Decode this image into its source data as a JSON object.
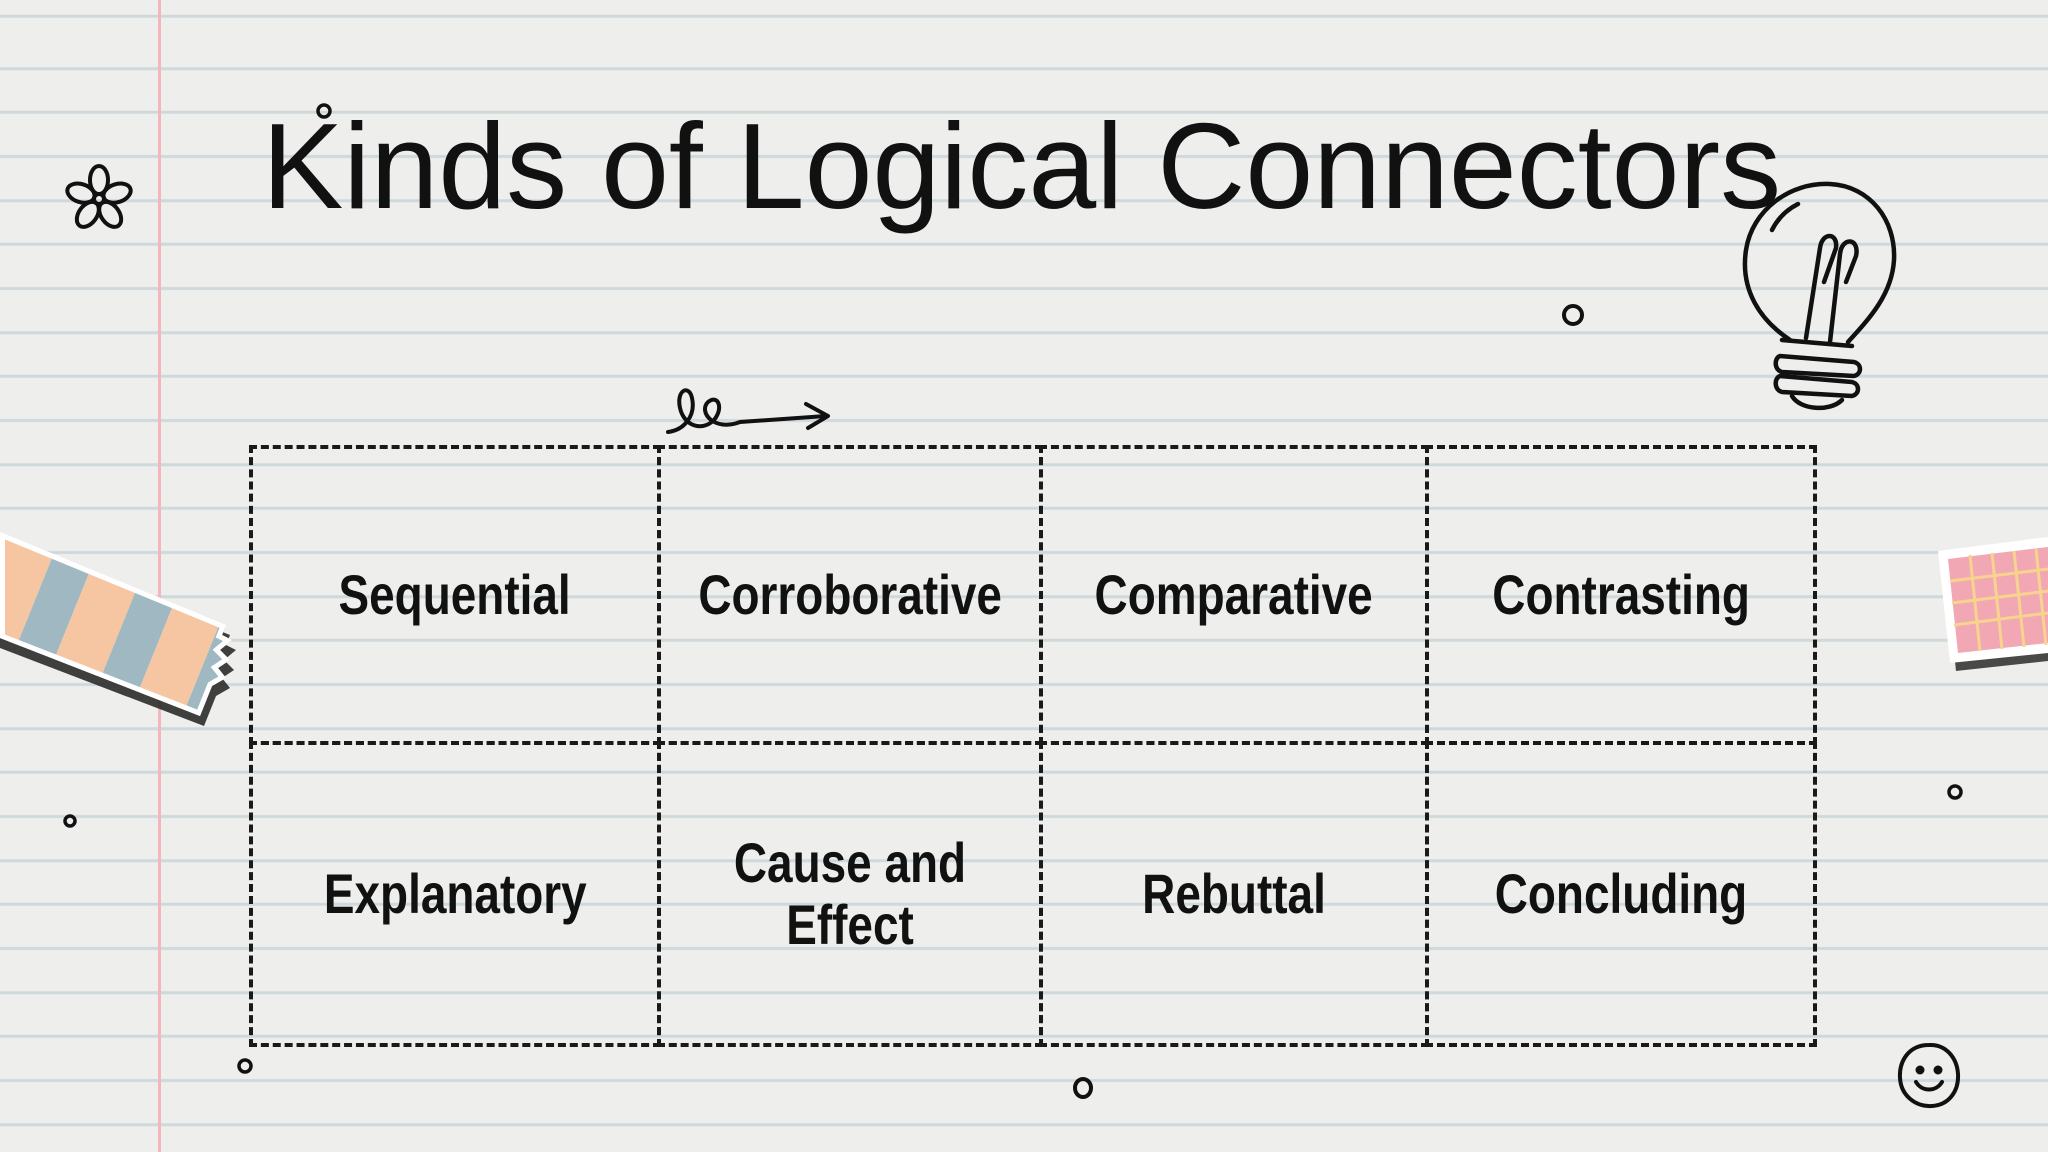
{
  "slide": {
    "title": "Kinds of Logical Connectors"
  },
  "connectors": [
    {
      "label": "Sequential"
    },
    {
      "label": "Corroborative"
    },
    {
      "label": "Comparative"
    },
    {
      "label": "Contrasting"
    },
    {
      "label": "Explanatory"
    },
    {
      "label": "Cause and Effect"
    },
    {
      "label": "Rebuttal"
    },
    {
      "label": "Concluding"
    }
  ],
  "decorations": [
    "flower-icon",
    "lightbulb-icon",
    "curly-arrow-icon",
    "smiley-face-icon",
    "washi-tape-striped",
    "washi-tape-grid",
    "small-circle-icon"
  ],
  "colors": {
    "paper": "#eeeeec",
    "ruled_line": "#cfd9dc",
    "margin_line": "#f3b6bd",
    "ink": "#111111",
    "tape_peach": "#f6c6a3",
    "tape_blue": "#9fb8c2",
    "tape_pink": "#f2a7b5",
    "tape_pink_grid": "#f6d48e"
  }
}
